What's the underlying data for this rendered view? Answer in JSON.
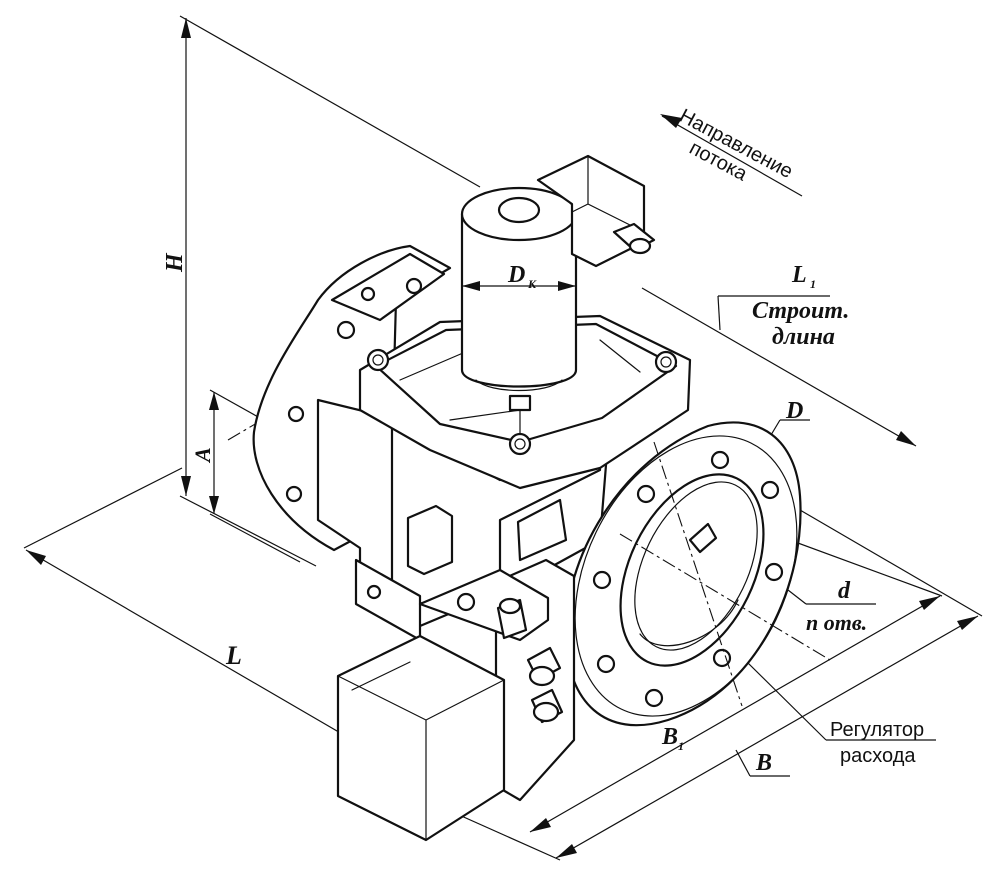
{
  "labels": {
    "flow_direction_line1": "Направление",
    "flow_direction_line2": "потока",
    "H": "H",
    "A": "A",
    "L": "L",
    "Dk_main": "D",
    "Dk_sub": "К",
    "L1_main": "L",
    "L1_sub": "1",
    "build_length_line1": "Строит.",
    "build_length_line2": "длина",
    "D": "D",
    "d": "d",
    "n_holes": "n отв.",
    "B1_main": "B",
    "B1_sub": "1",
    "B": "B",
    "regulator_line1": "Регулятор",
    "regulator_line2": "расхода"
  }
}
